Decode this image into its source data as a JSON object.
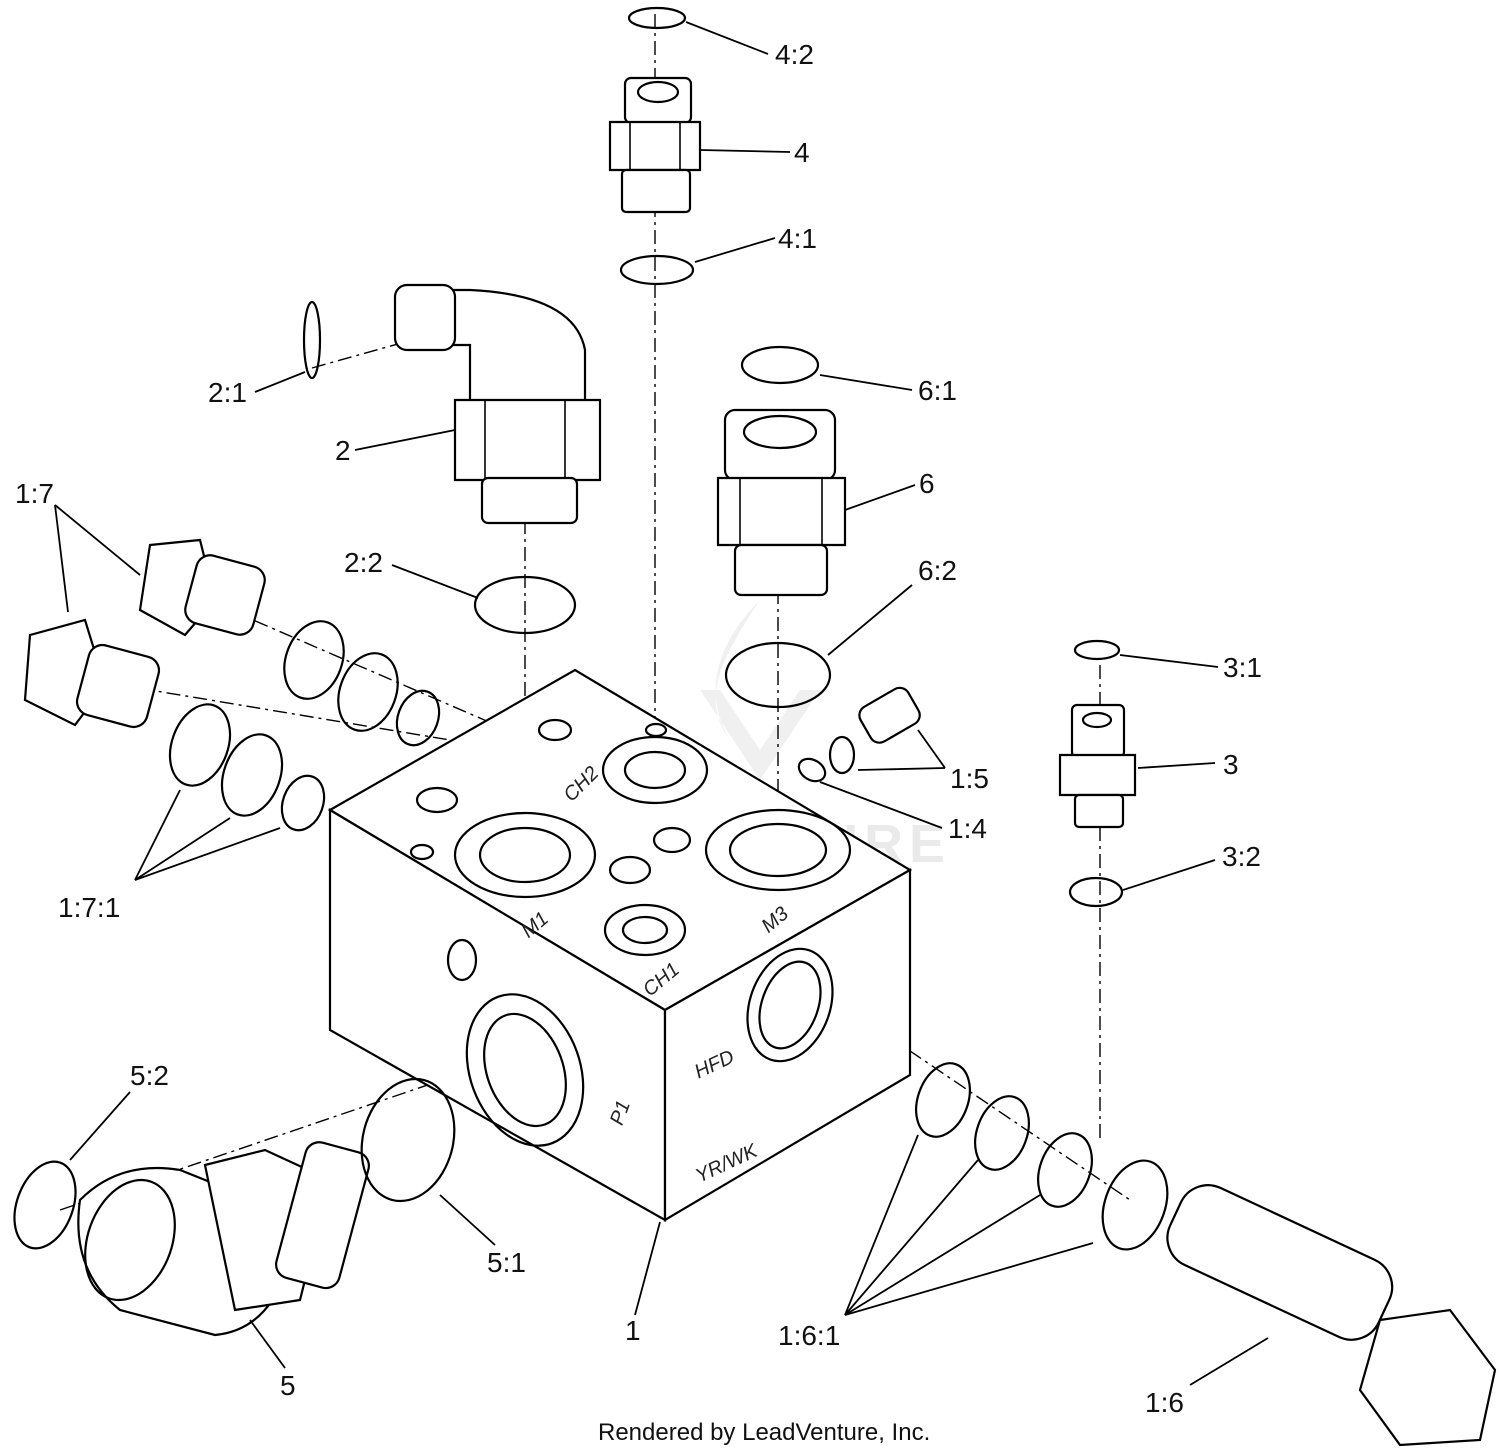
{
  "callouts": {
    "c_4_2": "4:2",
    "c_4": "4",
    "c_4_1": "4:1",
    "c_2_1": "2:1",
    "c_2": "2",
    "c_6_1": "6:1",
    "c_6": "6",
    "c_1_7": "1:7",
    "c_2_2": "2:2",
    "c_6_2": "6:2",
    "c_3_1": "3:1",
    "c_1_5": "1:5",
    "c_3": "3",
    "c_1_4": "1:4",
    "c_1_7_1": "1:7:1",
    "c_3_2": "3:2",
    "c_5_2": "5:2",
    "c_5_1": "5:1",
    "c_1": "1",
    "c_5": "5",
    "c_1_6_1": "1:6:1",
    "c_1_6": "1:6"
  },
  "ports": {
    "ch2": "CH2",
    "m1": "M1",
    "m3": "M3",
    "ch1": "CH1",
    "hfd": "HFD",
    "p1": "P1",
    "yrwk": "YR/WK"
  },
  "watermark": "LEADVENTURE",
  "footer": "Rendered by LeadVenture, Inc.",
  "colors": {
    "line": "#000000",
    "background": "#ffffff"
  }
}
